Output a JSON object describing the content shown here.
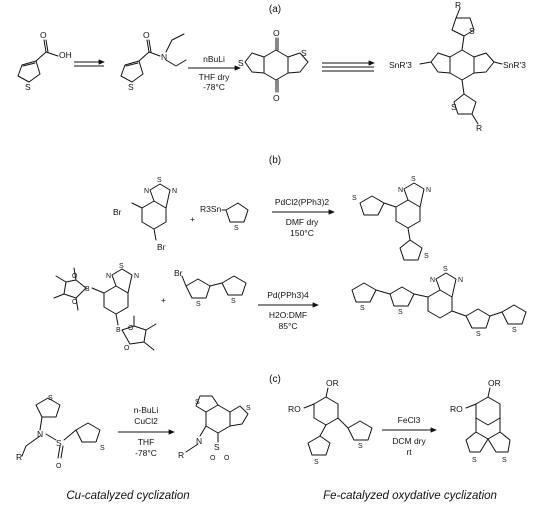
{
  "sections": [
    {
      "label": "(a)"
    },
    {
      "label": "(b)"
    },
    {
      "label": "(c)"
    }
  ],
  "reactions": {
    "a": {
      "reagent_top": "nBuLi",
      "reagent_bottom_1": "THF dry",
      "reagent_bottom_2": "-78°C",
      "atoms": {
        "oh": "OH",
        "o": "O",
        "n": "N",
        "s": "S",
        "r": "R",
        "sn_left": "SnR'3",
        "sn_right": "SnR'3"
      }
    },
    "b1": {
      "reagent_top": "PdCl2(PPh3)2",
      "reagent_bottom_1": "DMF dry",
      "reagent_bottom_2": "150°C",
      "plus": "+",
      "atoms": {
        "br": "Br",
        "n": "N",
        "s": "S",
        "r3sn": "R3Sn"
      }
    },
    "b2": {
      "reagent_top": "Pd(PPh3)4",
      "reagent_bottom_1": "H2O:DMF",
      "reagent_bottom_2": "85°C",
      "plus": "+",
      "atoms": {
        "br": "Br",
        "b": "B",
        "o": "O",
        "n": "N",
        "s": "S"
      }
    },
    "c1": {
      "reagent_top_1": "n-BuLi",
      "reagent_top_2": "CuCl2",
      "reagent_bottom_1": "THF",
      "reagent_bottom_2": "-78°C",
      "caption": "Cu-catalyzed cyclization",
      "atoms": {
        "n": "N",
        "r": "R",
        "s": "S",
        "o": "O"
      }
    },
    "c2": {
      "reagent_top": "FeCl3",
      "reagent_bottom_1": "DCM dry",
      "reagent_bottom_2": "rt",
      "caption": "Fe-catalyzed oxydative cyclization",
      "atoms": {
        "ro": "RO",
        "or": "OR",
        "s": "S"
      }
    }
  }
}
